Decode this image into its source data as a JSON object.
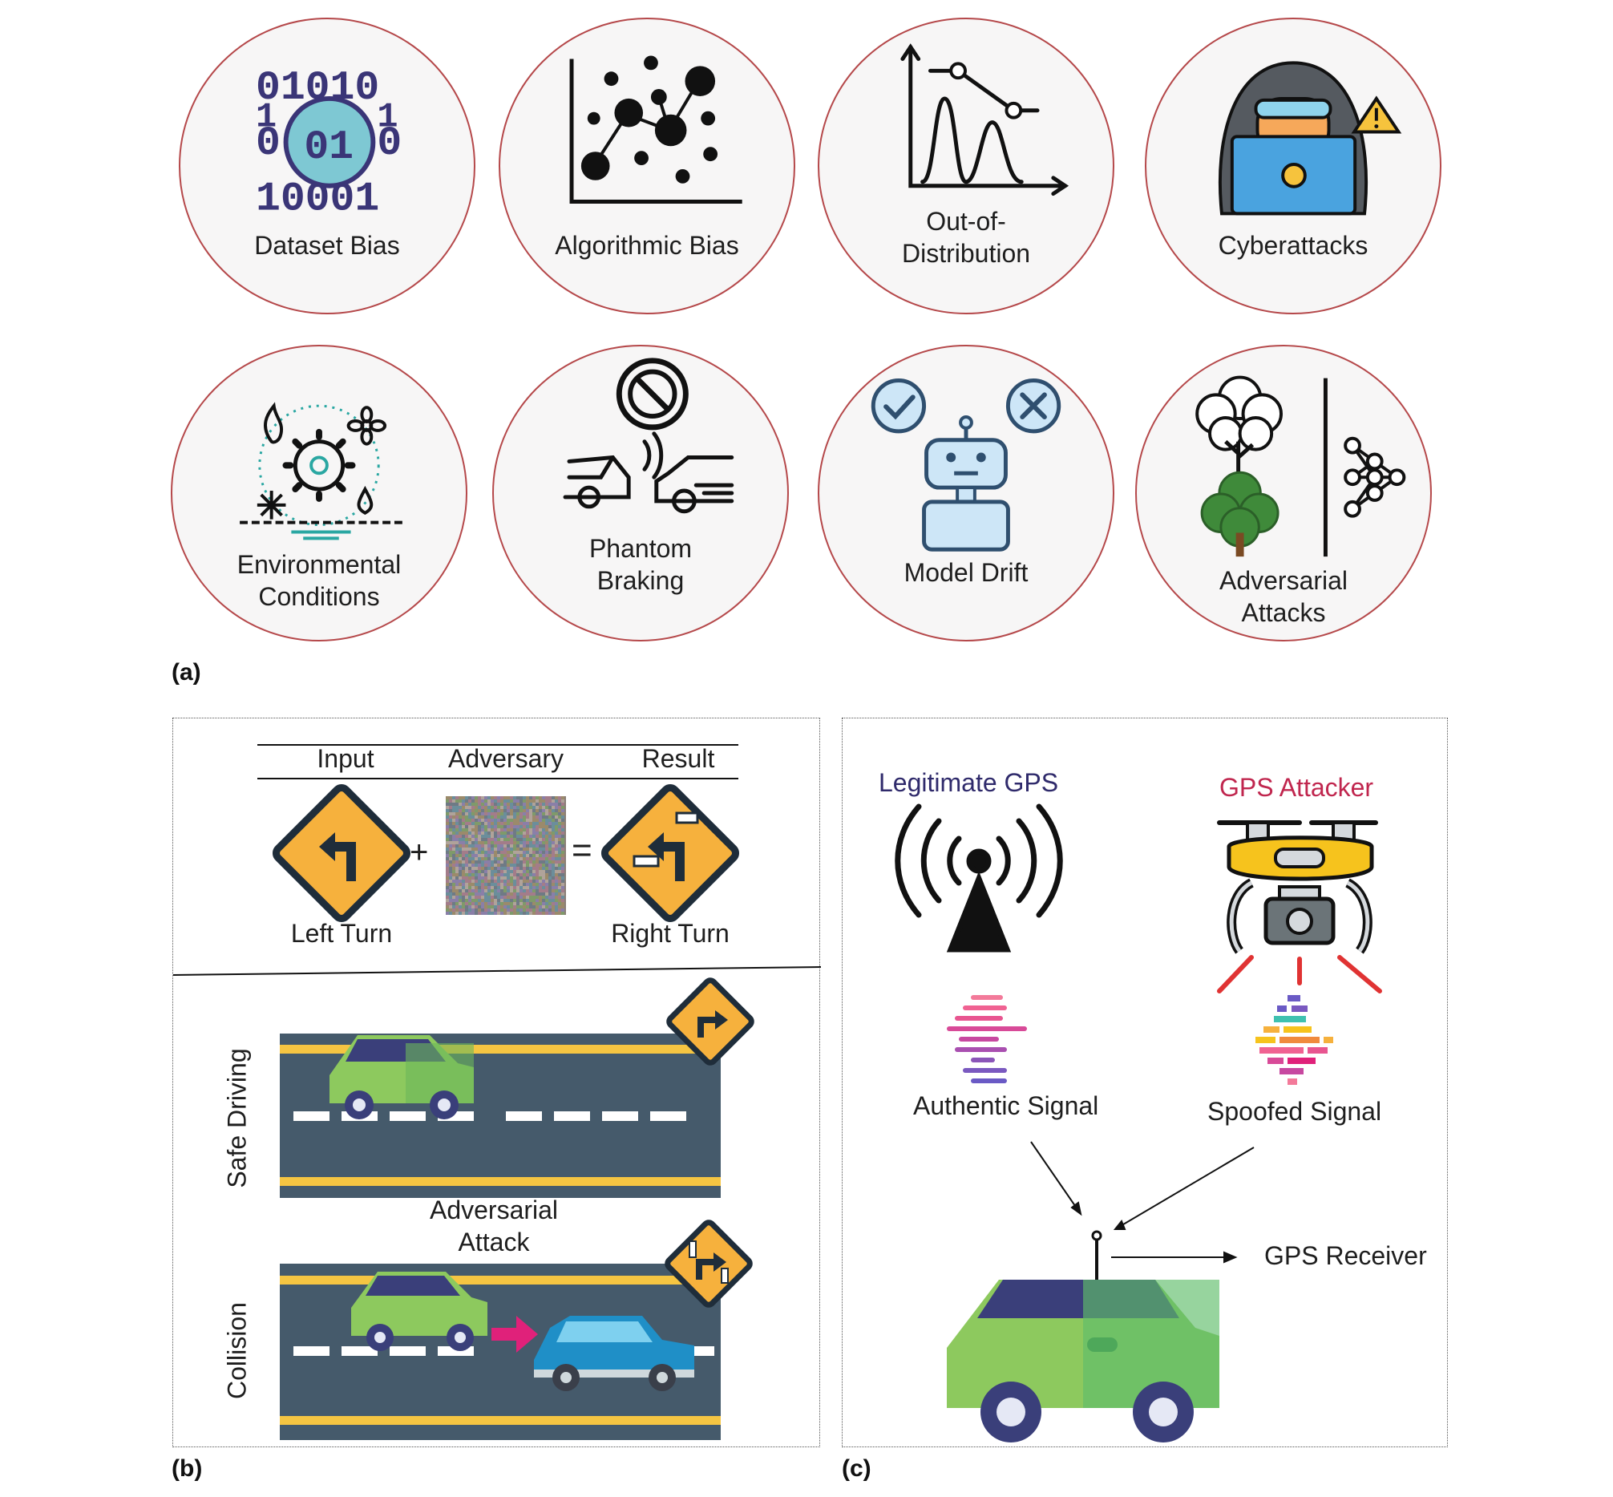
{
  "panel_a": {
    "letter": "(a)",
    "items": [
      {
        "label_lines": [
          "Dataset Bias"
        ],
        "icon": "binary-data-icon"
      },
      {
        "label_lines": [
          "Algorithmic Bias"
        ],
        "icon": "scatter-plot-icon"
      },
      {
        "label_lines": [
          "Out-of-",
          "Distribution"
        ],
        "icon": "distribution-curve-icon"
      },
      {
        "label_lines": [
          "Cyberattacks"
        ],
        "icon": "hacker-laptop-icon"
      },
      {
        "label_lines": [
          "Environmental",
          "Conditions"
        ],
        "icon": "environment-gear-icon"
      },
      {
        "label_lines": [
          "Phantom",
          "Braking"
        ],
        "icon": "car-collision-icon"
      },
      {
        "label_lines": [
          "Model Drift"
        ],
        "icon": "robot-check-cross-icon"
      },
      {
        "label_lines": [
          "Adversarial",
          "Attacks"
        ],
        "icon": "tree-network-icon"
      }
    ]
  },
  "panel_b": {
    "letter": "(b)",
    "headers": {
      "input": "Input",
      "adversary": "Adversary",
      "result": "Result"
    },
    "plus": "+",
    "equals": "=",
    "left_caption": "Left Turn",
    "right_caption": "Right Turn",
    "safe_label": "Safe Driving",
    "attack_lines": [
      "Adversarial",
      "Attack"
    ],
    "collision_label": "Collision"
  },
  "panel_c": {
    "letter": "(c)",
    "legit_title": "Legitimate GPS",
    "attacker_title": "GPS Attacker",
    "authentic_label": "Authentic Signal",
    "spoofed_label": "Spoofed Signal",
    "receiver_label": "GPS Receiver"
  },
  "colors": {
    "circle_border": "#b5484a",
    "legit_title": "#2f2a6b",
    "attacker_title": "#c0264e",
    "sign_yellow": "#f6b13d",
    "road": "#455a6b",
    "road_edge": "#f5c542",
    "car_green": "#8dc95e",
    "car_navy": "#3a3f7a"
  }
}
